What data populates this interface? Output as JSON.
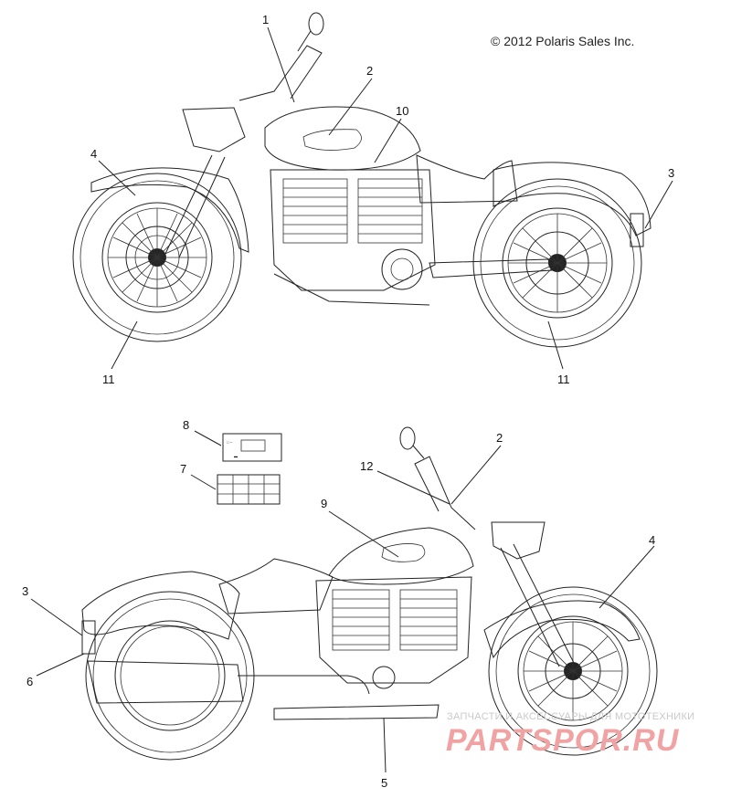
{
  "copyright": "© 2012 Polaris Sales Inc.",
  "callouts": {
    "top_1": "1",
    "top_2": "2",
    "top_10": "10",
    "top_4": "4",
    "top_3": "3",
    "top_11_left": "11",
    "top_11_right": "11",
    "bot_8": "8",
    "bot_7": "7",
    "bot_2": "2",
    "bot_12": "12",
    "bot_9": "9",
    "bot_4": "4",
    "bot_3": "3",
    "bot_6": "6",
    "bot_5": "5"
  },
  "watermark": {
    "tagline": "ЗАПЧАСТИ И АКСЕССУАРЫ ДЛЯ МОТОТЕХНИКИ",
    "brand": "PARTSPOR.RU"
  },
  "colors": {
    "line": "#222222",
    "watermark_brand": "#f1a3a3",
    "watermark_tagline": "#c9c9c9"
  }
}
